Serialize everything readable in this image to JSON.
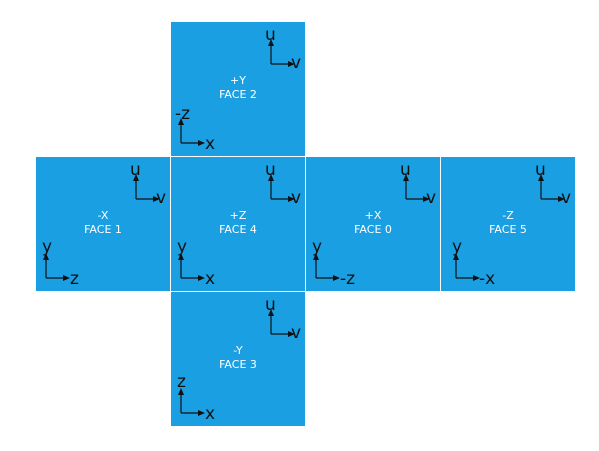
{
  "colors": {
    "face_fill": "#1a9fe3",
    "face_text": "#ffffff",
    "face_border": "#e8f4fb",
    "axis": "#111111"
  },
  "faces": {
    "top": {
      "dir": "+Y",
      "face": "FACE 2",
      "uv_up": "u",
      "uv_right": "v",
      "xy_up": "-z",
      "xy_right": "x"
    },
    "left": {
      "dir": "-X",
      "face": "FACE 1",
      "uv_up": "u",
      "uv_right": "v",
      "xy_up": "y",
      "xy_right": "z"
    },
    "center": {
      "dir": "+Z",
      "face": "FACE 4",
      "uv_up": "u",
      "uv_right": "v",
      "xy_up": "y",
      "xy_right": "x"
    },
    "right": {
      "dir": "+X",
      "face": "FACE 0",
      "uv_up": "u",
      "uv_right": "v",
      "xy_up": "y",
      "xy_right": "-z"
    },
    "far": {
      "dir": "-Z",
      "face": "FACE 5",
      "uv_up": "u",
      "uv_right": "v",
      "xy_up": "y",
      "xy_right": "-x"
    },
    "bottom": {
      "dir": "-Y",
      "face": "FACE 3",
      "uv_up": "u",
      "uv_right": "v",
      "xy_up": "z",
      "xy_right": "x"
    }
  }
}
